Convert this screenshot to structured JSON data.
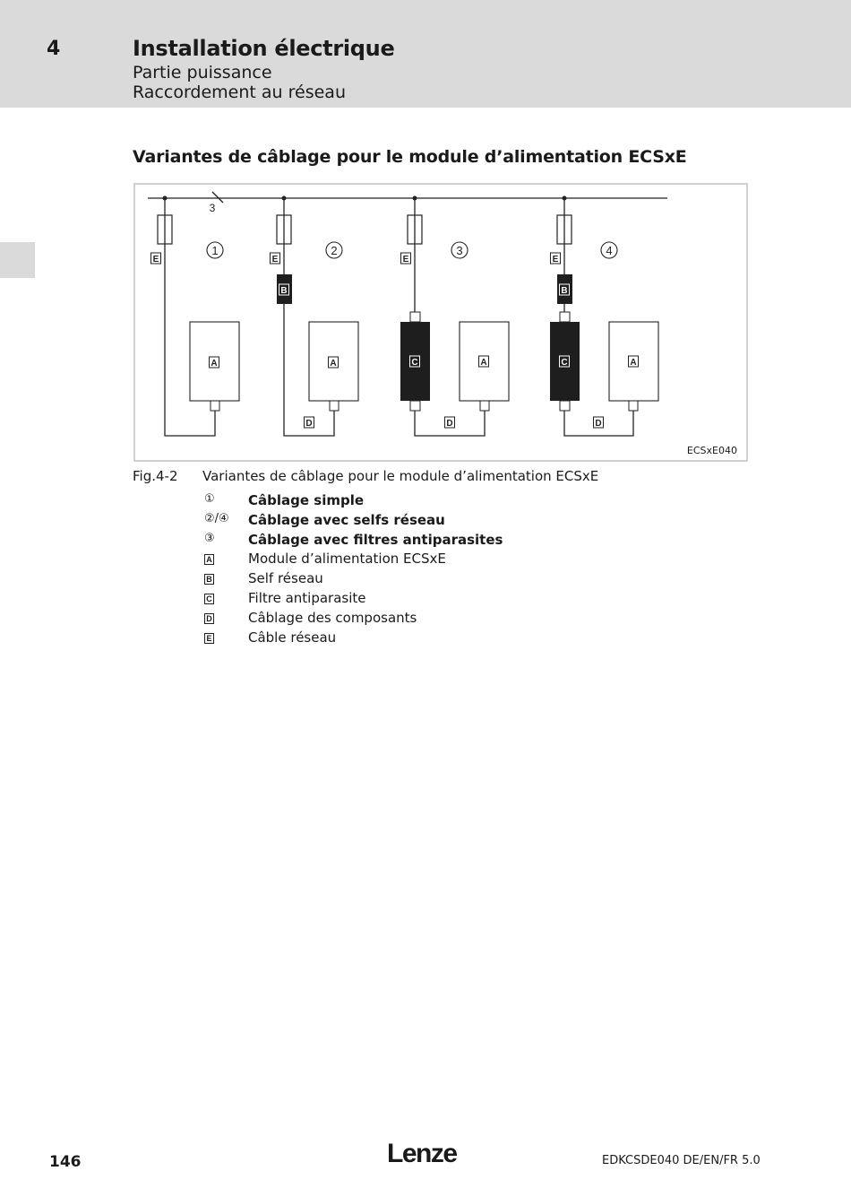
{
  "header": {
    "chapter_number": "4",
    "chapter_title": "Installation électrique",
    "subtitle_1": "Partie puissance",
    "subtitle_2": "Raccordement au réseau"
  },
  "section": {
    "title": "Variantes de câblage pour le module d’alimentation ECSxE"
  },
  "figure": {
    "code": "ECSxE040",
    "bus_conductor_count": "3",
    "variant_markers": [
      "①",
      "②",
      "③",
      "④"
    ],
    "component_letters": {
      "A": "A",
      "B": "B",
      "C": "C",
      "D": "D",
      "E": "E"
    }
  },
  "caption": {
    "label": "Fig.4-2",
    "text": "Variantes de câblage pour le module d’alimentation ECSxE"
  },
  "legend": [
    {
      "symbol": "①",
      "text": "Câblage simple",
      "bold": true,
      "boxed": false
    },
    {
      "symbol": "②/④",
      "text": "Câblage avec selfs réseau",
      "bold": true,
      "boxed": false
    },
    {
      "symbol": "③",
      "text": "Câblage avec filtres antiparasites",
      "bold": true,
      "boxed": false
    },
    {
      "symbol": "A",
      "text": "Module d’alimentation ECSxE",
      "bold": false,
      "boxed": true
    },
    {
      "symbol": "B",
      "text": "Self réseau",
      "bold": false,
      "boxed": true
    },
    {
      "symbol": "C",
      "text": "Filtre antiparasite",
      "bold": false,
      "boxed": true
    },
    {
      "symbol": "D",
      "text": "Câblage des composants",
      "bold": false,
      "boxed": true
    },
    {
      "symbol": "E",
      "text": "Câble réseau",
      "bold": false,
      "boxed": true
    }
  ],
  "footer": {
    "page_number": "146",
    "logo": "Lenze",
    "doc_code": "EDKCSDE040  DE/EN/FR  5.0"
  }
}
